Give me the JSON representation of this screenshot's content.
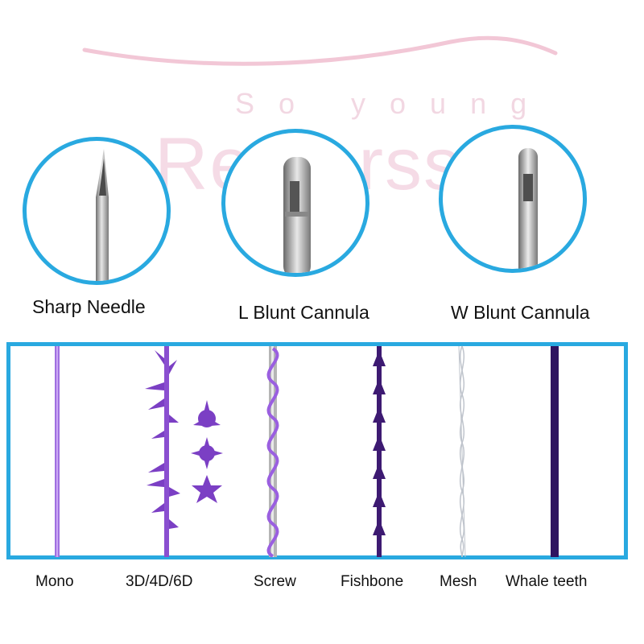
{
  "watermark": {
    "small": "So young",
    "big": "Remarss"
  },
  "needles": [
    {
      "id": "sharp",
      "label": "Sharp Needle"
    },
    {
      "id": "l-blunt",
      "label": "L Blunt Cannula"
    },
    {
      "id": "w-blunt",
      "label": "W Blunt Cannula"
    }
  ],
  "threads": [
    {
      "id": "mono",
      "label": "Mono"
    },
    {
      "id": "cog",
      "label": "3D/4D/6D"
    },
    {
      "id": "screw",
      "label": "Screw"
    },
    {
      "id": "fishbone",
      "label": "Fishbone"
    },
    {
      "id": "mesh",
      "label": "Mesh"
    },
    {
      "id": "whale",
      "label": "Whale teeth"
    }
  ],
  "colors": {
    "border": "#29a9e0",
    "thread_purple": "#8a4fd0",
    "thread_dark": "#3a1a6e",
    "steel": "#a8a8a8"
  }
}
